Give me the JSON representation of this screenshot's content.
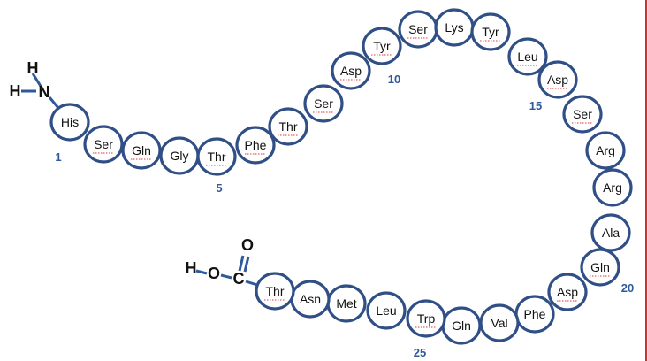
{
  "residues": [
    {
      "label": "His",
      "underlined": false
    },
    {
      "label": "Ser",
      "underlined": true
    },
    {
      "label": "Gln",
      "underlined": true
    },
    {
      "label": "Gly",
      "underlined": false
    },
    {
      "label": "Thr",
      "underlined": true
    },
    {
      "label": "Phe",
      "underlined": true
    },
    {
      "label": "Thr",
      "underlined": true
    },
    {
      "label": "Ser",
      "underlined": true
    },
    {
      "label": "Asp",
      "underlined": true
    },
    {
      "label": "Tyr",
      "underlined": true
    },
    {
      "label": "Ser",
      "underlined": true
    },
    {
      "label": "Lys",
      "underlined": false
    },
    {
      "label": "Tyr",
      "underlined": true
    },
    {
      "label": "Leu",
      "underlined": true
    },
    {
      "label": "Asp",
      "underlined": true
    },
    {
      "label": "Ser",
      "underlined": true
    },
    {
      "label": "Arg",
      "underlined": false
    },
    {
      "label": "Arg",
      "underlined": false
    },
    {
      "label": "Ala",
      "underlined": false
    },
    {
      "label": "Gln",
      "underlined": true
    },
    {
      "label": "Asp",
      "underlined": true
    },
    {
      "label": "Phe",
      "underlined": false
    },
    {
      "label": "Val",
      "underlined": false
    },
    {
      "label": "Gln",
      "underlined": false
    },
    {
      "label": "Trp",
      "underlined": true
    },
    {
      "label": "Leu",
      "underlined": false
    },
    {
      "label": "Met",
      "underlined": false
    },
    {
      "label": "Asn",
      "underlined": false
    },
    {
      "label": "Thr",
      "underlined": true
    }
  ],
  "position_labels": [
    "1",
    "5",
    "10",
    "15",
    "20",
    "25"
  ],
  "n_terminus": {
    "h1": "H",
    "h2": "H",
    "n": "N"
  },
  "c_terminus": {
    "h": "H",
    "o1": "O",
    "c": "C",
    "o2": "O"
  },
  "colors": {
    "circle_stroke": "#2f4f86",
    "number": "#2e5a9c",
    "underline": "#e33a3a"
  }
}
